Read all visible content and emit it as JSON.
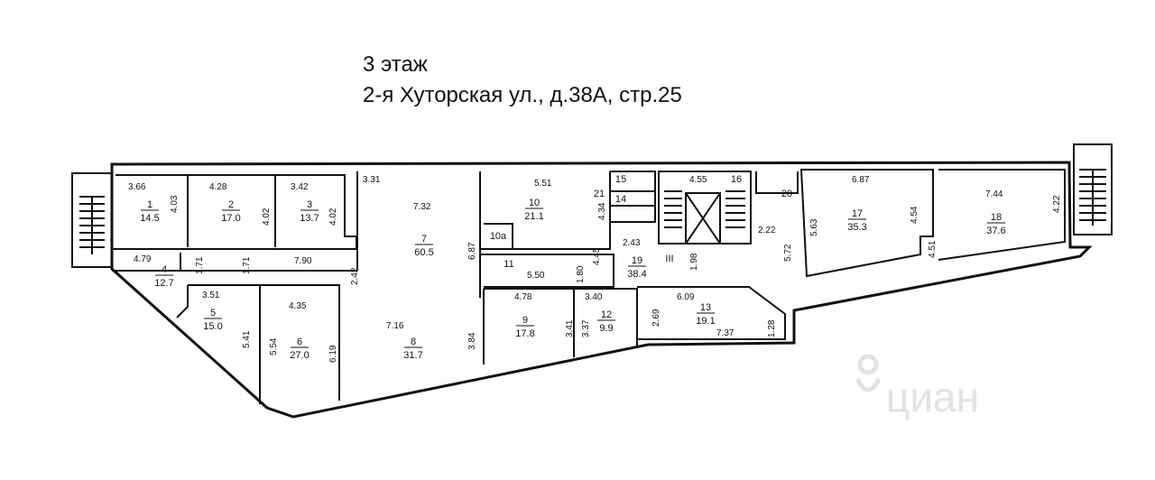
{
  "title": {
    "floor": "3 этаж",
    "address": "2-я Хуторская ул., д.38А, стр.25"
  },
  "watermark": "циан",
  "rooms": [
    {
      "id": "r1",
      "number": "1",
      "area": "14.5"
    },
    {
      "id": "r2",
      "number": "2",
      "area": "17.0"
    },
    {
      "id": "r3",
      "number": "3",
      "area": "13.7"
    },
    {
      "id": "r4",
      "number": "4",
      "area": "12.7"
    },
    {
      "id": "r5",
      "number": "5",
      "area": "15.0"
    },
    {
      "id": "r6",
      "number": "6",
      "area": "27.0"
    },
    {
      "id": "r7",
      "number": "7",
      "area": "60.5"
    },
    {
      "id": "r8",
      "number": "8",
      "area": "31.7"
    },
    {
      "id": "r9",
      "number": "9",
      "area": "17.8"
    },
    {
      "id": "r10",
      "number": "10",
      "area": "21.1"
    },
    {
      "id": "r10a",
      "number": "10а",
      "area": ""
    },
    {
      "id": "r11",
      "number": "11",
      "area": ""
    },
    {
      "id": "r12",
      "number": "12",
      "area": "9.9"
    },
    {
      "id": "r13",
      "number": "13",
      "area": "19.1"
    },
    {
      "id": "r14",
      "number": "14",
      "area": ""
    },
    {
      "id": "r15",
      "number": "15",
      "area": ""
    },
    {
      "id": "r16",
      "number": "16",
      "area": ""
    },
    {
      "id": "r17",
      "number": "17",
      "area": "35.3"
    },
    {
      "id": "r18",
      "number": "18",
      "area": "37.6"
    },
    {
      "id": "r19",
      "number": "19",
      "area": "38.4"
    },
    {
      "id": "r20",
      "number": "20",
      "area": ""
    },
    {
      "id": "r21",
      "number": "21",
      "area": ""
    },
    {
      "id": "stair",
      "number": "III",
      "area": ""
    }
  ],
  "dimensions": [
    "3.66",
    "4.03",
    "4.28",
    "4.02",
    "3.42",
    "4.02",
    "3.31",
    "7.32",
    "5.51",
    "4.34",
    "4.55",
    "6.87",
    "7.44",
    "4.22",
    "2.22",
    "5.63",
    "4.54",
    "5.72",
    "4.51",
    "4.79",
    "1.71",
    "1.71",
    "7.90",
    "2.42",
    "6.87",
    "2.43",
    "5.50",
    "1.80",
    "4.45",
    "1.98",
    "3.51",
    "4.35",
    "4.78",
    "3.40",
    "6.09",
    "5.41",
    "5.54",
    "6.19",
    "7.16",
    "3.84",
    "3.41",
    "3.37",
    "2.69",
    "7.37",
    "1.28"
  ]
}
